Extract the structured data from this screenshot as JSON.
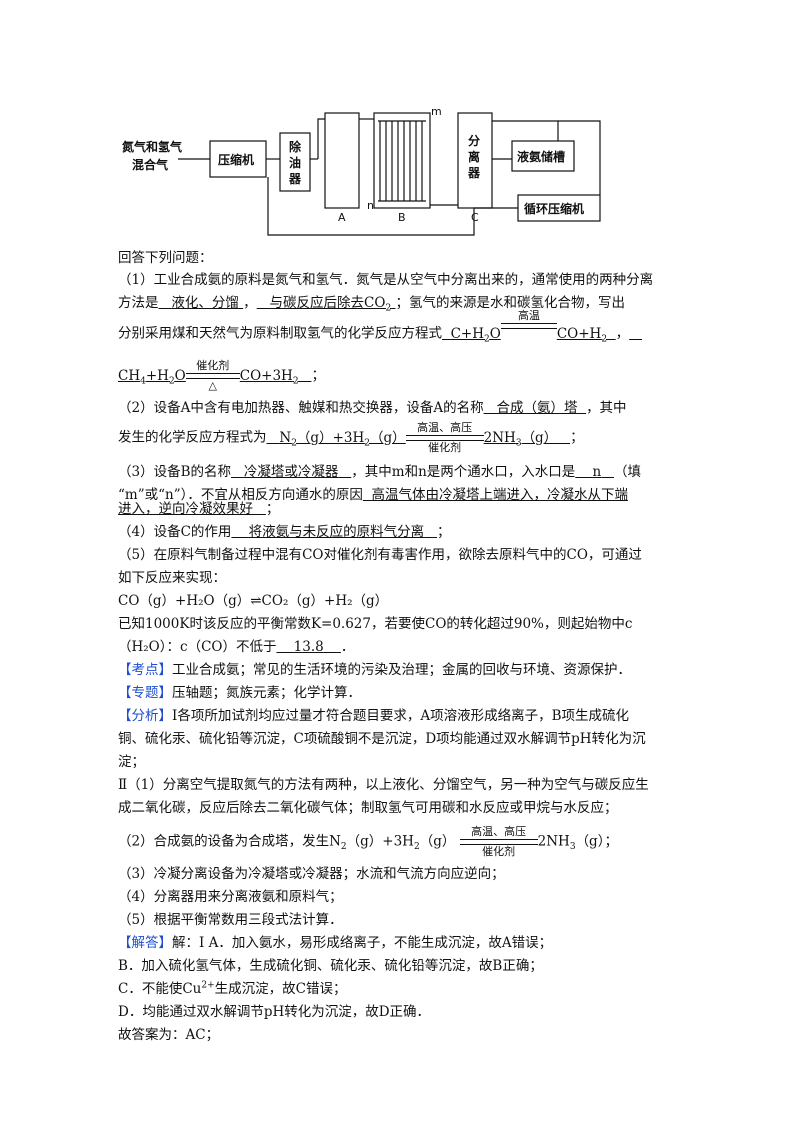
{
  "diagram": {
    "feed_label_1": "氮气和氢气",
    "feed_label_2": "混合气",
    "compressor": "压缩机",
    "oil_remover": [
      "除",
      "油",
      "器"
    ],
    "separator": [
      "分",
      "离",
      "器"
    ],
    "tank": "液氨储槽",
    "recycle_compressor": "循环压缩机",
    "label_a": "A",
    "label_b": "B",
    "label_c": "C",
    "label_m": "m",
    "label_n": "n"
  },
  "intro": "回答下列问题：",
  "q1": {
    "line1": "（1）工业合成氨的原料是氮气和氢气．氮气是从空气中分离出来的，通常使用的两种分离",
    "line2_prefix": "方法是",
    "ans1": "液化、分馏",
    "ans2": "与碳反应后除去CO",
    "line2_suffix": "；氢气的来源是水和碳氢化合物，写出",
    "line3_prefix": "分别采用煤和天然气为原料制取氢气的化学反应方程式",
    "eq1_left": "C+H",
    "eq1_cond": "高温",
    "eq1_right": "CO+H",
    "eq2_left": "CH",
    "eq2_cond_top": "催化剂",
    "eq2_cond_bot": "△",
    "eq2_right": "CO+3H"
  },
  "q2": {
    "line1_prefix": "（2）设备A中含有电加热器、触媒和热交换器，设备A的名称",
    "ans": "合成（氨）塔",
    "line1_suffix": "，其中",
    "line2_prefix": "发生的化学反应方程式为",
    "eq_left": "N",
    "cond_top": "高温、高压",
    "cond_bot": "催化剂",
    "eq_right": "2NH"
  },
  "q3": {
    "line1_prefix": "（3）设备B的名称",
    "ans1": "冷凝塔或冷凝器",
    "line1_mid": "，其中m和n是两个通水口，入水口是",
    "ans2": "n",
    "line1_suffix": "（填",
    "line2_prefix": "“m”或“n”）．不宜从相反方向通水的原因",
    "ans3a": "高温气体由冷凝塔上端进入，冷凝水从下端",
    "ans3b": "进入，逆向冷凝效果好"
  },
  "q4": {
    "prefix": "（4）设备C的作用",
    "ans": "将液氨与未反应的原料气分离"
  },
  "q5": {
    "line1": "（5）在原料气制备过程中混有CO对催化剂有毒害作用，欲除去原料气中的CO，可通过",
    "line2": "如下反应来实现：",
    "line3": "CO（g）+H₂O（g）⇌CO₂（g）+H₂（g）",
    "line4": "已知1000K时该反应的平衡常数K=0.627，若要使CO的转化超过90%，则起始物中c",
    "line5_prefix": "（H₂O）：c（CO）不低于",
    "ans": "13.8"
  },
  "analysis": {
    "kaodian_tag": "【考点】",
    "kaodian": "工业合成氨；常见的生活环境的污染及治理；金属的回收与环境、资源保护．",
    "zhuanti_tag": "【专题】",
    "zhuanti": "压轴题；氮族元素；化学计算．",
    "fenxi_tag": "【分析】",
    "fenxi_1": "Ⅰ各项所加试剂均应过量才符合题目要求，A项溶液形成络离子，B项生成硫化",
    "fenxi_2": "铜、硫化汞、硫化铅等沉淀，C项硫酸铜不是沉淀，D项均能通过双水解调节pH转化为沉",
    "fenxi_3": "淀；",
    "p2_1": "Ⅱ（1）分离空气提取氮气的方法有两种，以上液化、分馏空气，另一种为空气与碳反应生",
    "p2_2": "成二氧化碳，反应后除去二氧化碳气体；制取氢气可用碳和水反应或甲烷与水反应；",
    "p2_3_prefix": "（2）合成氨的设备为合成塔，发生N",
    "p2_3_cond_top": "高温、高压",
    "p2_3_cond_bot": "催化剂",
    "p2_3_right": "2NH",
    "p2_4": "（3）冷凝分离设备为冷凝塔或冷凝器；水流和气流方向应逆向；",
    "p2_5": "（4）分离器用来分离液氨和原料气；",
    "p2_6": "（5）根据平衡常数用三段式法计算．",
    "jieda_tag": "【解答】",
    "jieda_1": "解：Ⅰ A．加入氨水，易形成络离子，不能生成沉淀，故A错误；",
    "jieda_2": "B．加入硫化氢气体，生成硫化铜、硫化汞、硫化铅等沉淀，故B正确；",
    "jieda_3_prefix": "C．不能使Cu",
    "jieda_3_sup": "2+",
    "jieda_3_suffix": "生成沉淀，故C错误；",
    "jieda_4": "D．均能通过双水解调节pH转化为沉淀，故D正确．",
    "answer": "故答案为：AC；"
  }
}
